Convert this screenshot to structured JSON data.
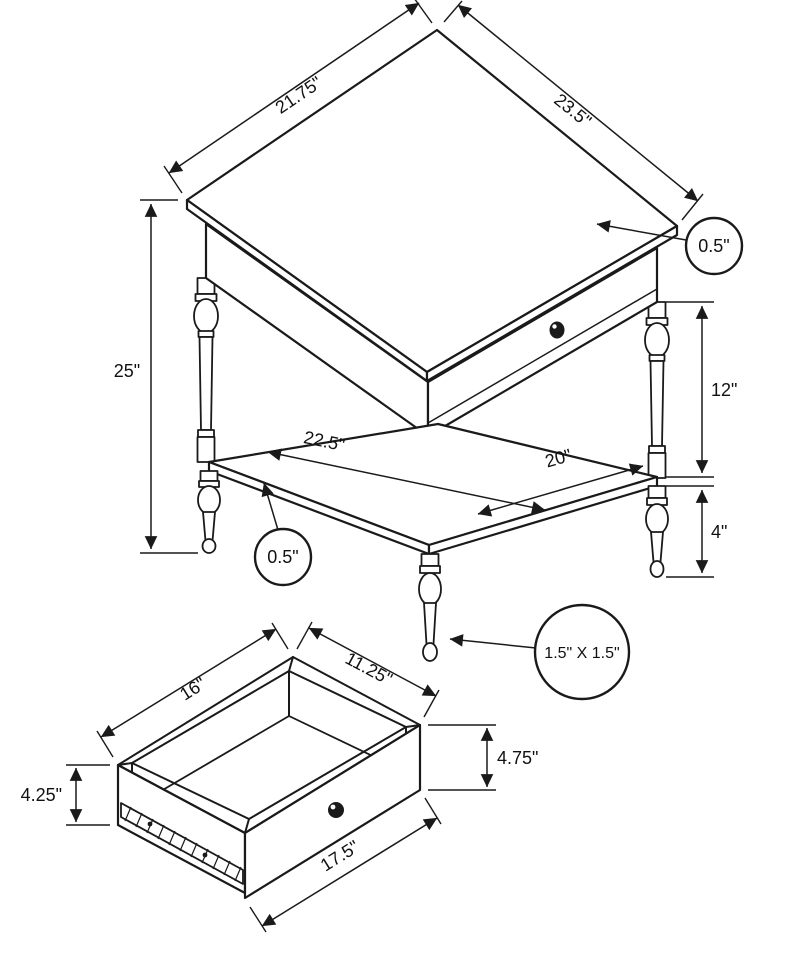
{
  "colors": {
    "ink": "#1a1a1a",
    "paper": "#ffffff"
  },
  "dimensions": {
    "top_left_edge": "21.75\"",
    "top_right_edge": "23.5\"",
    "top_thickness": "0.5\"",
    "overall_height": "25\"",
    "apron_to_shelf": "12\"",
    "shelf_long": "22.5\"",
    "shelf_short": "20\"",
    "leg_bottom": "4\"",
    "shelf_thickness": "0.5\"",
    "leg_post": "1.5\" X 1.5\"",
    "drawer_depth": "16\"",
    "drawer_inner_width": "11.25\"",
    "drawer_right_height": "4.75\"",
    "drawer_left_height": "4.25\"",
    "drawer_front_width": "17.5\""
  }
}
